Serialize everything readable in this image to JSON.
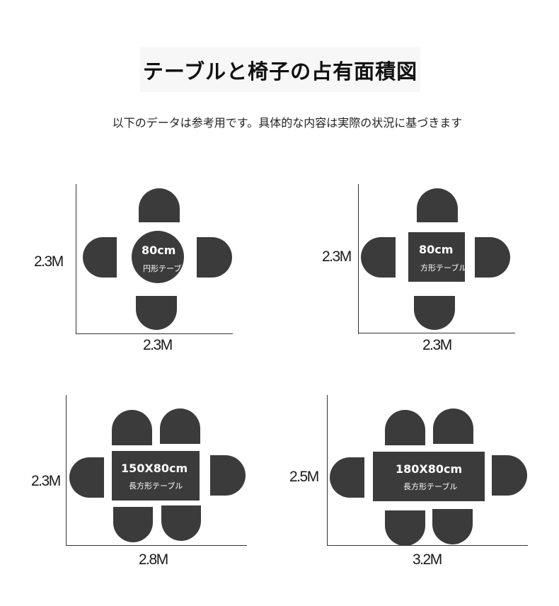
{
  "title": "テーブルと椅子の占有面積図",
  "subtitle": "以下のデータは参考用です。具体的な内容は実際の状況に基づきます",
  "layouts": [
    {
      "height_label": "2.3M",
      "width_label": "2.3M",
      "table_size": "80cm",
      "table_type": "円形テーブル"
    },
    {
      "height_label": "2.3M",
      "width_label": "2.3M",
      "table_size": "80cm",
      "table_type": "方形テーブル"
    },
    {
      "height_label": "2.3M",
      "width_label": "2.8M",
      "table_size": "150X80cm",
      "table_type": "長方形テーブル"
    },
    {
      "height_label": "2.5M",
      "width_label": "3.2M",
      "table_size": "180X80cm",
      "table_type": "長方形テーブル"
    }
  ],
  "colors": {
    "furniture": "#3b3b3b",
    "axis": "#333333",
    "title_bg": "#f7f7f7"
  }
}
